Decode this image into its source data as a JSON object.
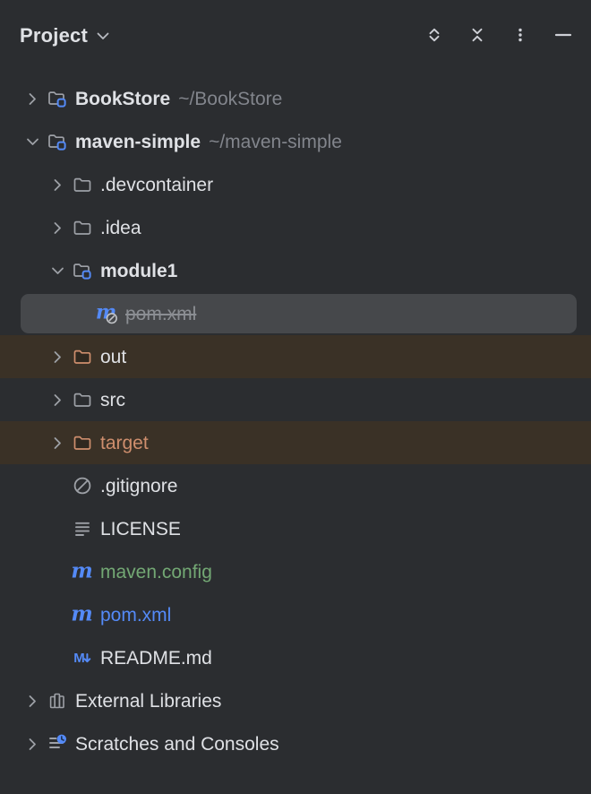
{
  "colors": {
    "panel_bg": "#2b2d30",
    "row_text": "#dfe1e5",
    "path_text": "#82858c",
    "selected_row_bg": "#46484b",
    "stripe_bg": "#3a3126",
    "excluded_text": "#ce8e6d",
    "vcs_added_green": "#73a874",
    "vcs_modified_blue": "#548af7",
    "muted_text": "#8b8e93",
    "icon_gray": "#9da0a6",
    "accent_blue": "#548af7",
    "header_icon": "#ced0d6"
  },
  "header": {
    "title": "Project",
    "buttons": [
      {
        "name": "expand-all",
        "icon": "expand-all-icon"
      },
      {
        "name": "collapse-all",
        "icon": "collapse-all-icon"
      },
      {
        "name": "options",
        "icon": "kebab-menu-icon"
      },
      {
        "name": "hide",
        "icon": "minimize-icon"
      }
    ]
  },
  "tree": {
    "rows": [
      {
        "label": "BookStore",
        "path": "~/BookStore",
        "depth": 0,
        "chevron": "right",
        "icon": "module-folder",
        "bold": true
      },
      {
        "label": "maven-simple",
        "path": "~/maven-simple",
        "depth": 0,
        "chevron": "down",
        "icon": "module-folder",
        "bold": true
      },
      {
        "label": ".devcontainer",
        "depth": 1,
        "chevron": "right",
        "icon": "folder"
      },
      {
        "label": ".idea",
        "depth": 1,
        "chevron": "right",
        "icon": "folder"
      },
      {
        "label": "module1",
        "depth": 1,
        "chevron": "down",
        "icon": "module-folder",
        "bold": true
      },
      {
        "label": "pom.xml",
        "depth": 2,
        "icon": "maven-ignored",
        "selected": true,
        "strikethrough": true,
        "label_color": "muted"
      },
      {
        "label": "out",
        "depth": 1,
        "chevron": "right",
        "icon": "folder-excluded",
        "stripe": true
      },
      {
        "label": "src",
        "depth": 1,
        "chevron": "right",
        "icon": "folder"
      },
      {
        "label": "target",
        "depth": 1,
        "chevron": "right",
        "icon": "folder-excluded",
        "stripe": true,
        "label_color": "excluded"
      },
      {
        "label": ".gitignore",
        "depth": 1,
        "icon": "ignored"
      },
      {
        "label": "LICENSE",
        "depth": 1,
        "icon": "text-file"
      },
      {
        "label": "maven.config",
        "depth": 1,
        "icon": "maven",
        "label_color": "added"
      },
      {
        "label": "pom.xml",
        "depth": 1,
        "icon": "maven",
        "label_color": "modified"
      },
      {
        "label": "README.md",
        "depth": 1,
        "icon": "markdown"
      },
      {
        "label": "External Libraries",
        "depth": 0,
        "chevron": "right",
        "icon": "library"
      },
      {
        "label": "Scratches and Consoles",
        "depth": 0,
        "chevron": "right",
        "icon": "scratches"
      }
    ]
  }
}
